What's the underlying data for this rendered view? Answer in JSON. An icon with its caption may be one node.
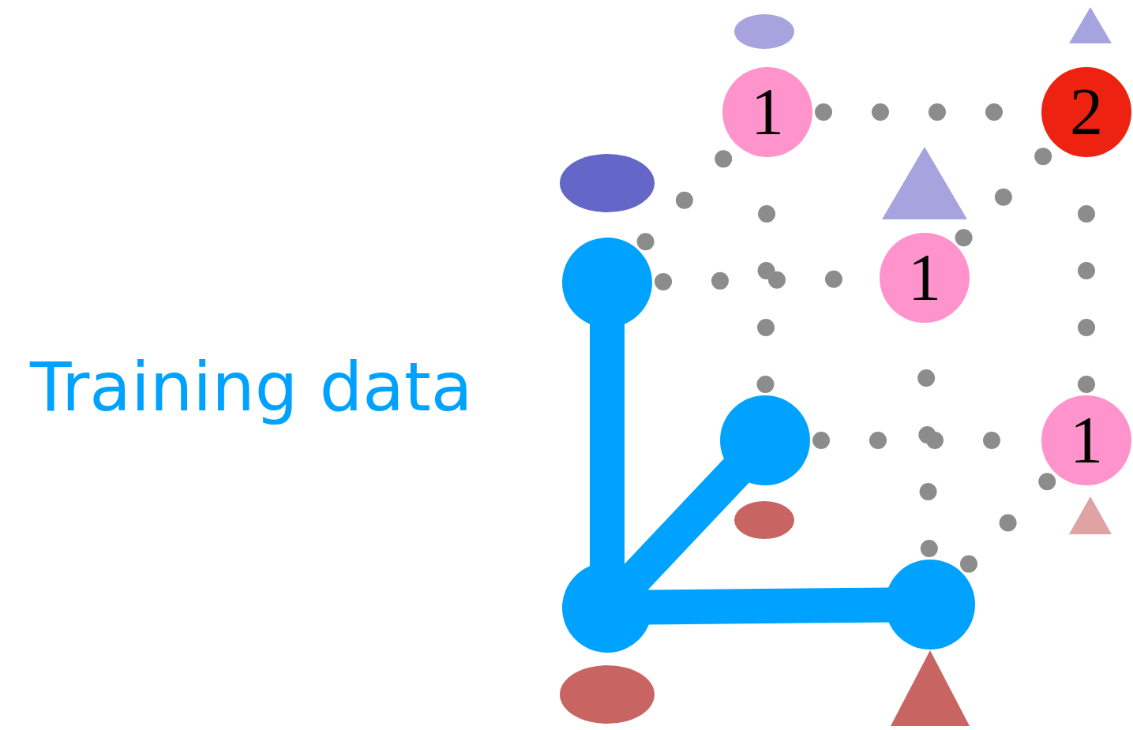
{
  "diagram": {
    "nodes": [
      {
        "text": [
          "1"
        ]
      },
      {
        "text": [
          "2"
        ]
      },
      {
        "text": [],
        "shape": "circle"
      },
      {
        "text": [
          "1"
        ]
      },
      {
        "text": [],
        "shape": "circle"
      },
      {
        "text": [
          "1"
        ]
      },
      {
        "text": [],
        "shape": "circle"
      },
      {
        "text": [],
        "shape": "circle"
      },
      {
        "text": [],
        "shape": "triangle"
      },
      {
        "text": [],
        "shape": "ellipse"
      },
      {
        "text": [],
        "shape": "triangle"
      },
      {
        "text": [],
        "shape": "ellipse"
      },
      {
        "text": [],
        "shape": "triangle"
      },
      {
        "text": [],
        "shape": "ellipse"
      },
      {
        "text": [],
        "shape": "triangle"
      },
      {
        "text": [],
        "shape": "ellipse"
      }
    ],
    "edges": [
      {
        "from": 6,
        "to": 2,
        "arrow": "none",
        "style": "thick",
        "color": "#00a2ff"
      },
      {
        "from": 6,
        "to": 4,
        "arrow": "none",
        "style": "thick",
        "color": "#00a2ff"
      },
      {
        "from": 6,
        "to": 7,
        "arrow": "none",
        "style": "thick",
        "color": "#00a2ff"
      },
      {
        "from": 2,
        "to": 0,
        "arrow": "none",
        "style": "dashed"
      },
      {
        "from": 2,
        "to": 3,
        "arrow": "none",
        "style": "dashed"
      },
      {
        "from": 4,
        "to": 0,
        "arrow": "none",
        "style": "dashed"
      },
      {
        "from": 4,
        "to": 5,
        "arrow": "none",
        "style": "dashed"
      },
      {
        "from": 7,
        "to": 3,
        "arrow": "none",
        "style": "dashed"
      },
      {
        "from": 7,
        "to": 5,
        "arrow": "none",
        "style": "dashed"
      },
      {
        "from": 0,
        "to": 1,
        "arrow": "none",
        "style": "dashed"
      },
      {
        "from": 3,
        "to": 1,
        "arrow": "none",
        "style": "dashed"
      },
      {
        "from": 5,
        "to": 1,
        "arrow": "none",
        "style": "dashed"
      }
    ],
    "labels": [
      "Training data"
    ]
  }
}
